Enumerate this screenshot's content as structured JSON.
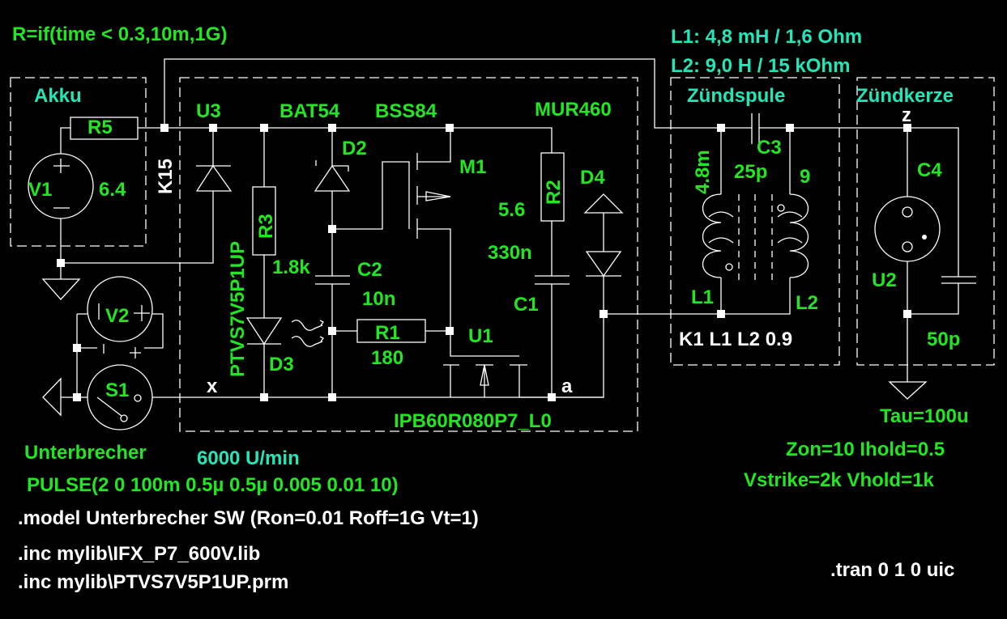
{
  "colors": {
    "background": "#000000",
    "component_label": "#22e622",
    "comment": "#22e6b8",
    "directive": "#ffffff",
    "wire": "#ffffff"
  },
  "annotations": {
    "r5_expression": "R=if(time < 0.3,10m,1G)",
    "l1_spec": "L1: 4,8 mH / 1,6 Ohm",
    "l2_spec": "L2: 9,0 H / 15 kOhm",
    "akku": "Akku",
    "zuendspule": "Zündspule",
    "zuendkerze": "Zündkerze",
    "rpm": "6000 U/min"
  },
  "nets": {
    "k15": "K15",
    "x": "x",
    "a": "a",
    "z": "z"
  },
  "components": {
    "R5": {
      "name": "R5"
    },
    "V1": {
      "name": "V1",
      "value": "6.4"
    },
    "V2": {
      "name": "V2"
    },
    "S1": {
      "name": "S1",
      "model": "Unterbrecher",
      "value": "PULSE(2 0 100m 0.5µ 0.5µ 0.005 0.01 10)"
    },
    "U3": {
      "name": "U3",
      "value": "PTVS7V5P1UP"
    },
    "R3": {
      "name": "R3",
      "value": "1.8k"
    },
    "D3": {
      "name": "D3"
    },
    "D2": {
      "name": "D2",
      "value": "BAT54"
    },
    "C2": {
      "name": "C2",
      "value": "10n"
    },
    "R1": {
      "name": "R1",
      "value": "180"
    },
    "M1": {
      "name": "M1",
      "value": "BSS84"
    },
    "U1": {
      "name": "U1",
      "value": "IPB60R080P7_L0"
    },
    "R2": {
      "name": "R2",
      "value": "5.6"
    },
    "C1": {
      "name": "C1",
      "value": "330n"
    },
    "D4": {
      "name": "D4",
      "value": "MUR460"
    },
    "L1": {
      "name": "L1",
      "value": "4.8m"
    },
    "L2": {
      "name": "L2",
      "value": "9"
    },
    "C3": {
      "name": "C3",
      "value": "25p"
    },
    "U2": {
      "name": "U2",
      "params": [
        "Tau=100u",
        "Zon=10 Ihold=0.5",
        "Vstrike=2k Vhold=1k"
      ]
    },
    "C4": {
      "name": "C4",
      "value": "50p"
    }
  },
  "directives": {
    "coupling": "K1 L1 L2 0.9",
    "model": ".model Unterbrecher SW (Ron=0.01 Roff=1G Vt=1)",
    "inc1": ".inc mylib\\IFX_P7_600V.lib",
    "inc2": ".inc mylib\\PTVS7V5P1UP.prm",
    "tran": ".tran 0 1 0 uic"
  }
}
